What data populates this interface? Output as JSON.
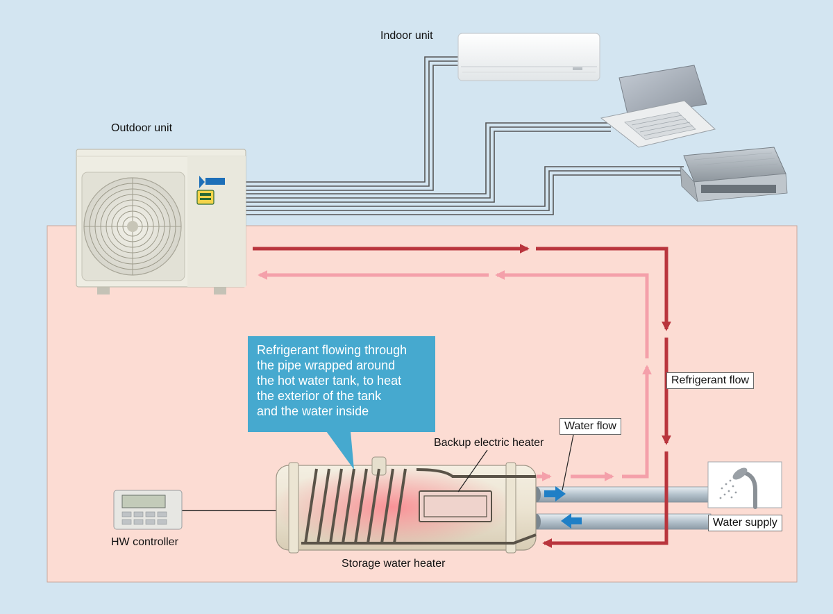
{
  "labels": {
    "indoor_unit": "Indoor unit",
    "outdoor_unit": "Outdoor unit",
    "refrigerant_flow": "Refrigerant flow",
    "water_flow": "Water flow",
    "backup_heater": "Backup electric heater",
    "water_supply": "Water supply",
    "hw_controller": "HW controller",
    "storage_heater": "Storage water heater"
  },
  "callout": {
    "lines": [
      "Refrigerant flowing through",
      "the pipe wrapped around",
      "the hot water tank, to heat",
      "the exterior of the tank",
      "and the water inside"
    ]
  },
  "colors": {
    "sky_background": "#d3e5f1",
    "panel_background": "#fcdcd3",
    "refrigerant_hot": "#b9353d",
    "refrigerant_return": "#f4a0aa",
    "water_arrow": "#1f7fc6",
    "callout_fill": "#46a9cf",
    "pipe": "#b4c2cc"
  },
  "icons": [
    "shower-head-icon",
    "fan-grille-icon",
    "brand-logo-icon",
    "lcd-screen-icon"
  ]
}
